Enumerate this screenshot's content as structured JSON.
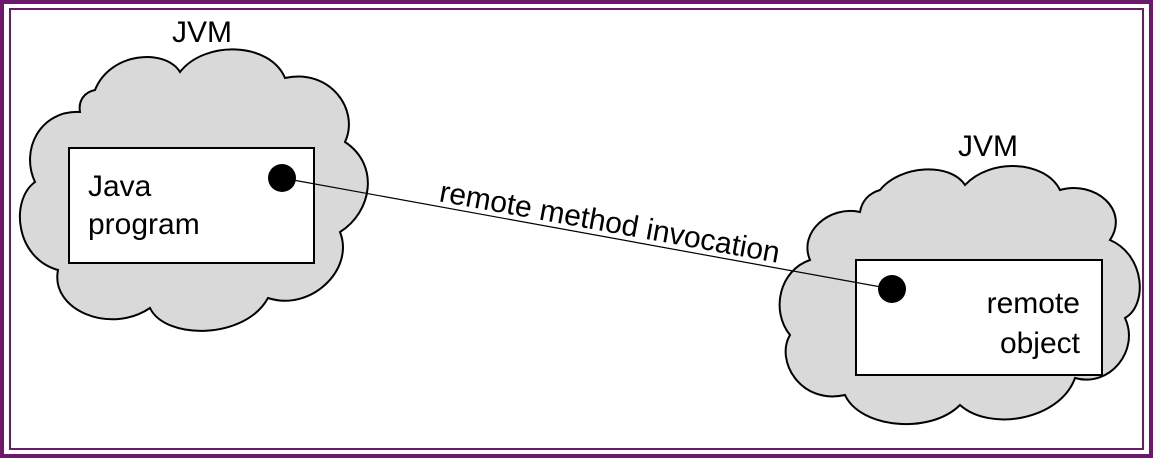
{
  "diagram": {
    "left_vm": {
      "label": "JVM",
      "box_lines": [
        "Java",
        "program"
      ]
    },
    "right_vm": {
      "label": "JVM",
      "box_lines": [
        "remote",
        "object"
      ]
    },
    "connection_label": "remote method invocation"
  },
  "colors": {
    "frame": "#6b1a6b",
    "cloud_fill": "#d9d9d9",
    "stroke": "#000000",
    "box_fill": "#ffffff"
  }
}
